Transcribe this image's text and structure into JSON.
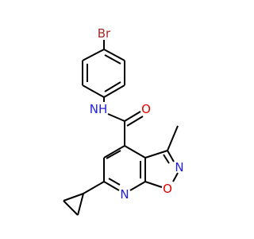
{
  "molecule": {
    "colors": {
      "bond": "#000000",
      "carbon": "#000000",
      "nitrogen": "#2020e0",
      "oxygen": "#e00000",
      "bromine": "#a52a2a"
    },
    "labels": {
      "br": "Br",
      "nh": "NH",
      "o_amide": "O",
      "n_pyridine": "N",
      "n_isoxazole": "N",
      "o_isoxazole": "O"
    }
  }
}
